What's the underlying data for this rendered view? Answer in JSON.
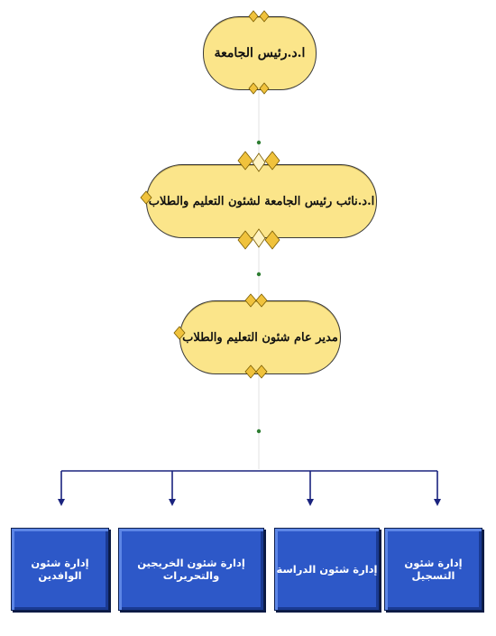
{
  "nodes": {
    "president": "ا.د.رئيس الجامعة",
    "vice_president": "ا.د.نائب رئيس الجامعة لشئون التعليم والطلاب",
    "director_general": "مدير عام شئون التعليم والطلاب"
  },
  "departments": {
    "registration": "إدارة شئون التسجيل",
    "studies": "إدارة شئون الدراسة",
    "graduates": "إدارة شئون الخريجين والتحريرات",
    "expatriates": "إدارة شئون الوافدين"
  },
  "colors": {
    "pill_fill": "#fbe58a",
    "diamond_fill": "#f0c23c",
    "box_fill": "#2d58c8",
    "connector": "#1a237e",
    "arrow_green": "#2e7d32"
  }
}
